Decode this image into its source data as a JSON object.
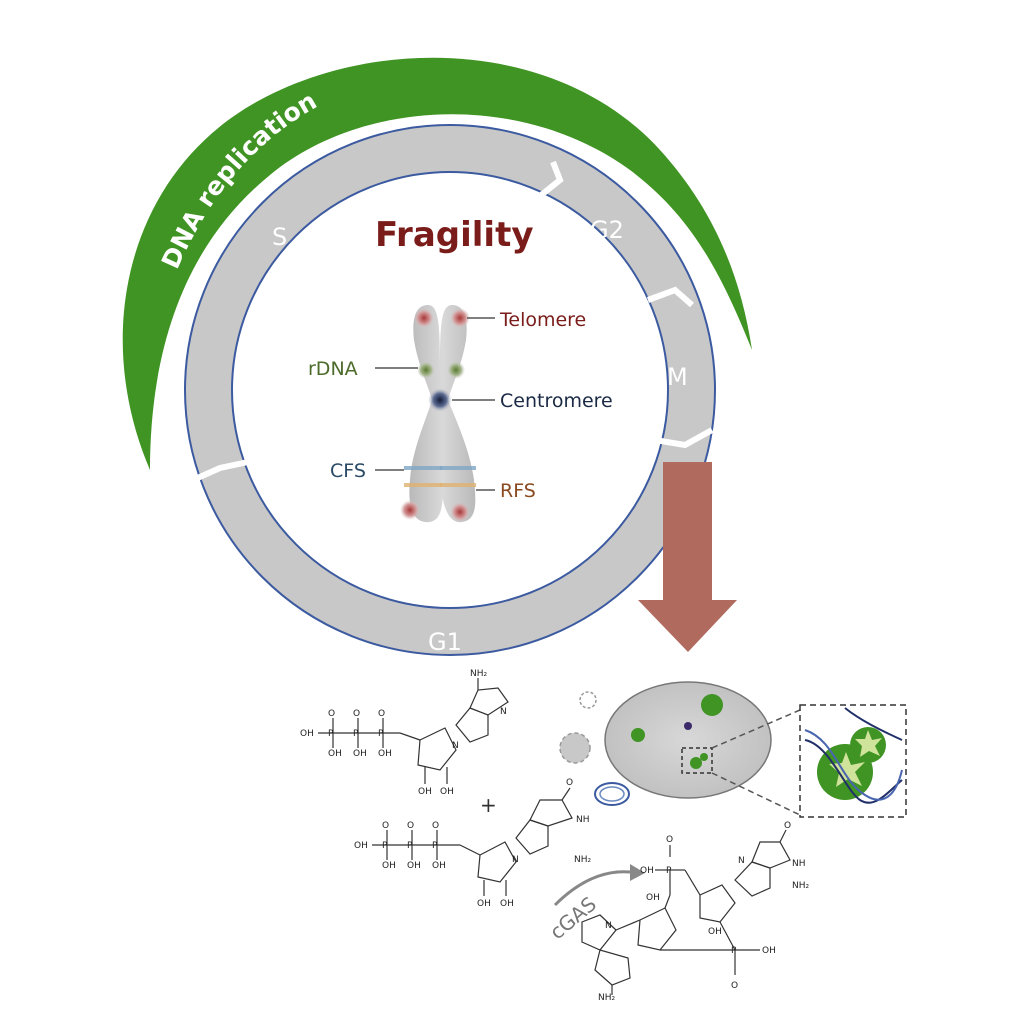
{
  "arc_label": "DNA replication",
  "cycle": {
    "phases": {
      "s": "S",
      "g2": "G2",
      "m": "M",
      "g1": "G1"
    },
    "ring_color": "#c8c8c8",
    "ring_border": "#3b5aa0",
    "replication_color": "#3f9423"
  },
  "center": {
    "title": "Fragility",
    "title_color": "#7a1c1a",
    "labels": {
      "telomere": "Telomere",
      "rdna": "rDNA",
      "centromere": "Centromere",
      "cfs": "CFS",
      "rfs": "RFS"
    },
    "label_colors": {
      "telomere": "#7a1c1a",
      "rdna": "#4d6b2a",
      "centromere": "#1a2a44",
      "cfs": "#2a4a66",
      "rfs": "#8a4a20"
    }
  },
  "arrow_color": "#b06a5e",
  "chem": {
    "nh2": "NH₂",
    "oh": "OH",
    "o": "O",
    "p": "P",
    "n": "N",
    "nh": "NH",
    "plus": "+",
    "cgas": "cGAS"
  }
}
